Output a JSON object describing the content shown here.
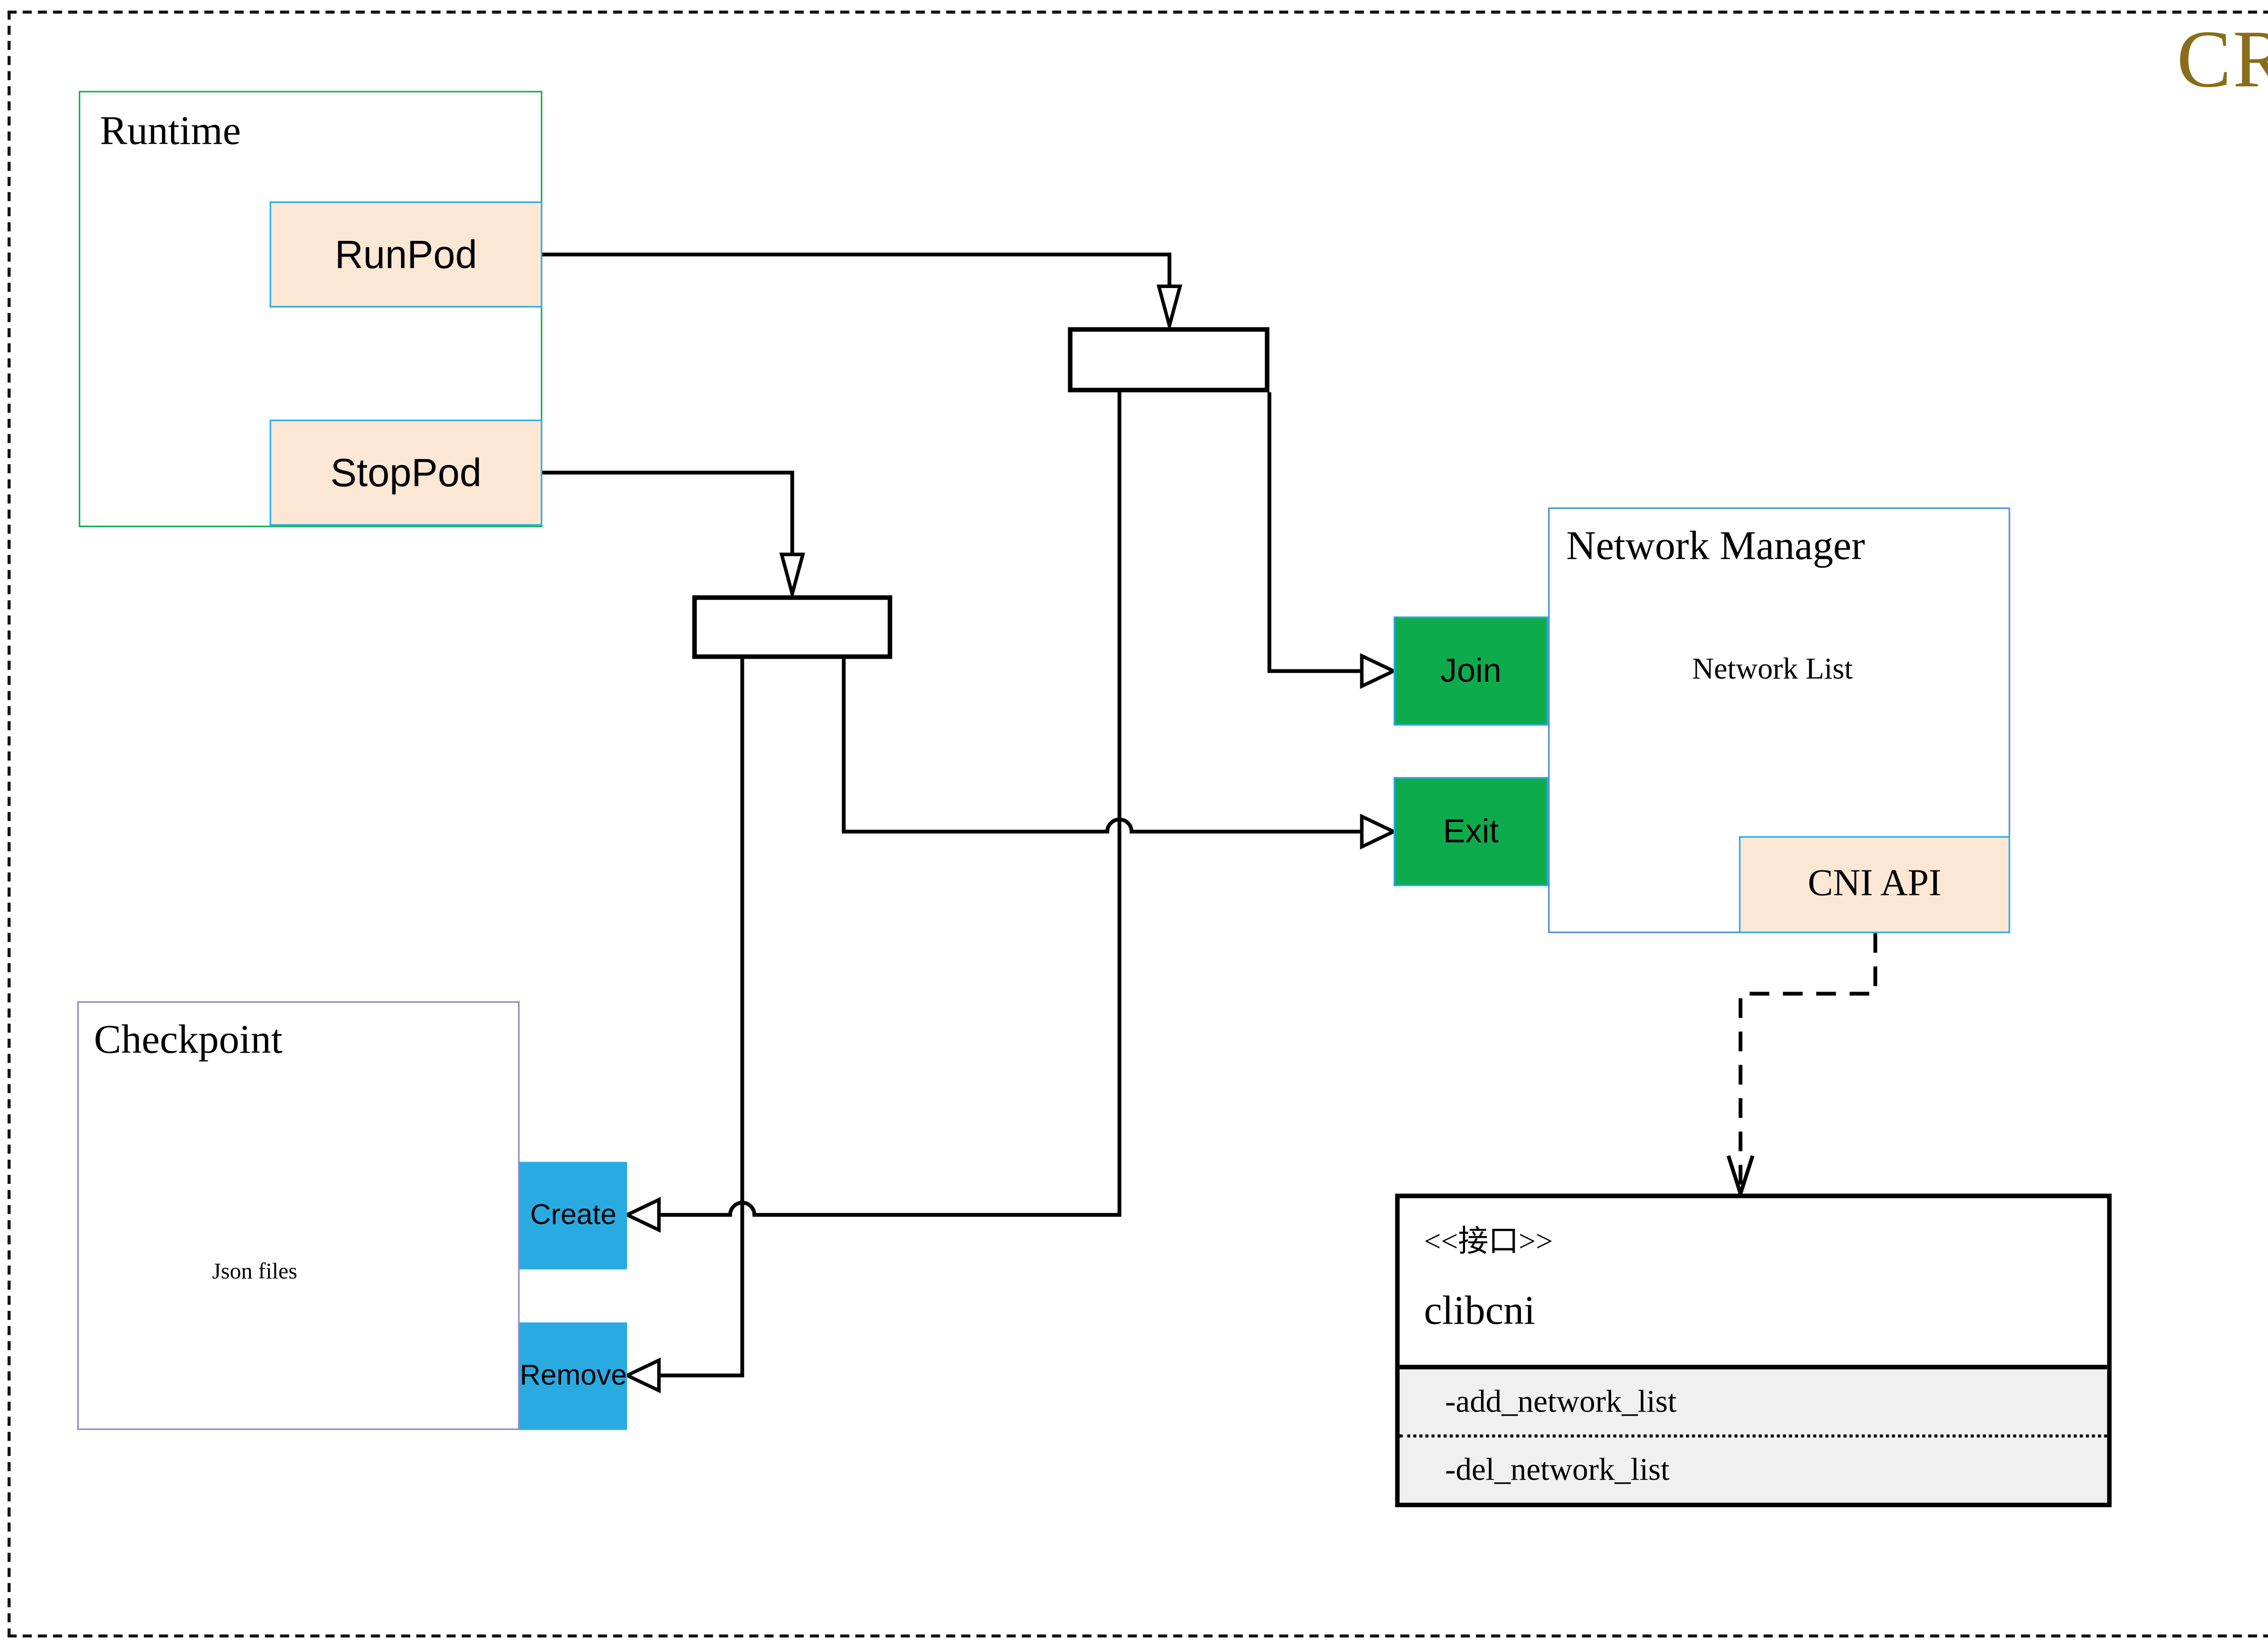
{
  "header": {
    "title": "CRI"
  },
  "colors": {
    "accent_blue": "#29abe2",
    "green_fill": "#0dab4c",
    "peach_fill": "#fbe7d3",
    "runtime_border": "#0db04e",
    "nm_border": "#4a90d9",
    "checkpoint_border": "#9188c0",
    "cylinder_gray": "#6a6a6a",
    "title_gold": "#8a6d1a",
    "method_bg": "#f0f0f0"
  },
  "runtime": {
    "title": "Runtime",
    "runpod_label": "RunPod",
    "stoppod_label": "StopPod"
  },
  "network_manager": {
    "title": "Network Manager",
    "network_list_label": "Network List",
    "join_label": "Join",
    "exit_label": "Exit",
    "cni_api_label": "CNI API"
  },
  "checkpoint": {
    "title": "Checkpoint",
    "json_files_label": "Json files",
    "create_label": "Create",
    "remove_label": "Remove"
  },
  "clibcni": {
    "stereotype": "<<接口>>",
    "name": "clibcni",
    "methods": [
      "-add_network_list",
      "-del_network_list"
    ]
  }
}
